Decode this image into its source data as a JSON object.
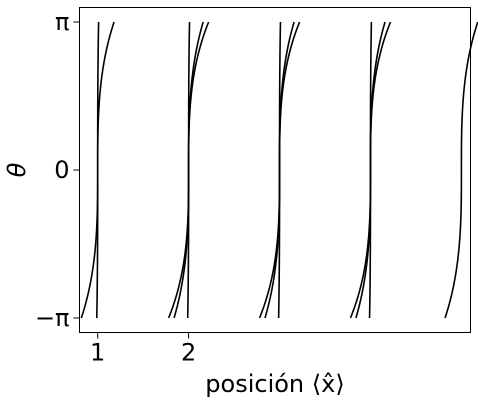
{
  "chart_data": {
    "type": "line",
    "ylabel": "θ",
    "xlabel": "posición ⟨x̂⟩",
    "xlabel_html": "posición ⟨<tspan font-style=\"italic\">x̂</tspan>⟩",
    "xticks": [
      {
        "value": 1,
        "label": "1"
      },
      {
        "value": 2,
        "label": "2"
      }
    ],
    "yticks": [
      {
        "value": -3.14159,
        "label": "−π"
      },
      {
        "value": 0,
        "label": "0"
      },
      {
        "value": 3.14159,
        "label": "π"
      }
    ],
    "xlim": [
      0.8,
      5.1
    ],
    "ylim": [
      -3.45,
      3.45
    ],
    "line_color": "#000000",
    "description_of_series": "Sigmoid-like theta(x) curves crossing from -pi to pi at several centers",
    "series": [
      {
        "center": 1.0,
        "width": 0.01
      },
      {
        "center": 1.0,
        "width": 0.18
      },
      {
        "center": 2.0,
        "width": 0.01
      },
      {
        "center": 2.0,
        "width": 0.22
      },
      {
        "center": 2.0,
        "width": 0.16
      },
      {
        "center": 3.0,
        "width": 0.01
      },
      {
        "center": 3.0,
        "width": 0.22
      },
      {
        "center": 3.0,
        "width": 0.16
      },
      {
        "center": 4.0,
        "width": 0.01
      },
      {
        "center": 4.0,
        "width": 0.22
      },
      {
        "center": 4.0,
        "width": 0.16
      },
      {
        "center": 5.0,
        "width": 0.18
      }
    ]
  }
}
